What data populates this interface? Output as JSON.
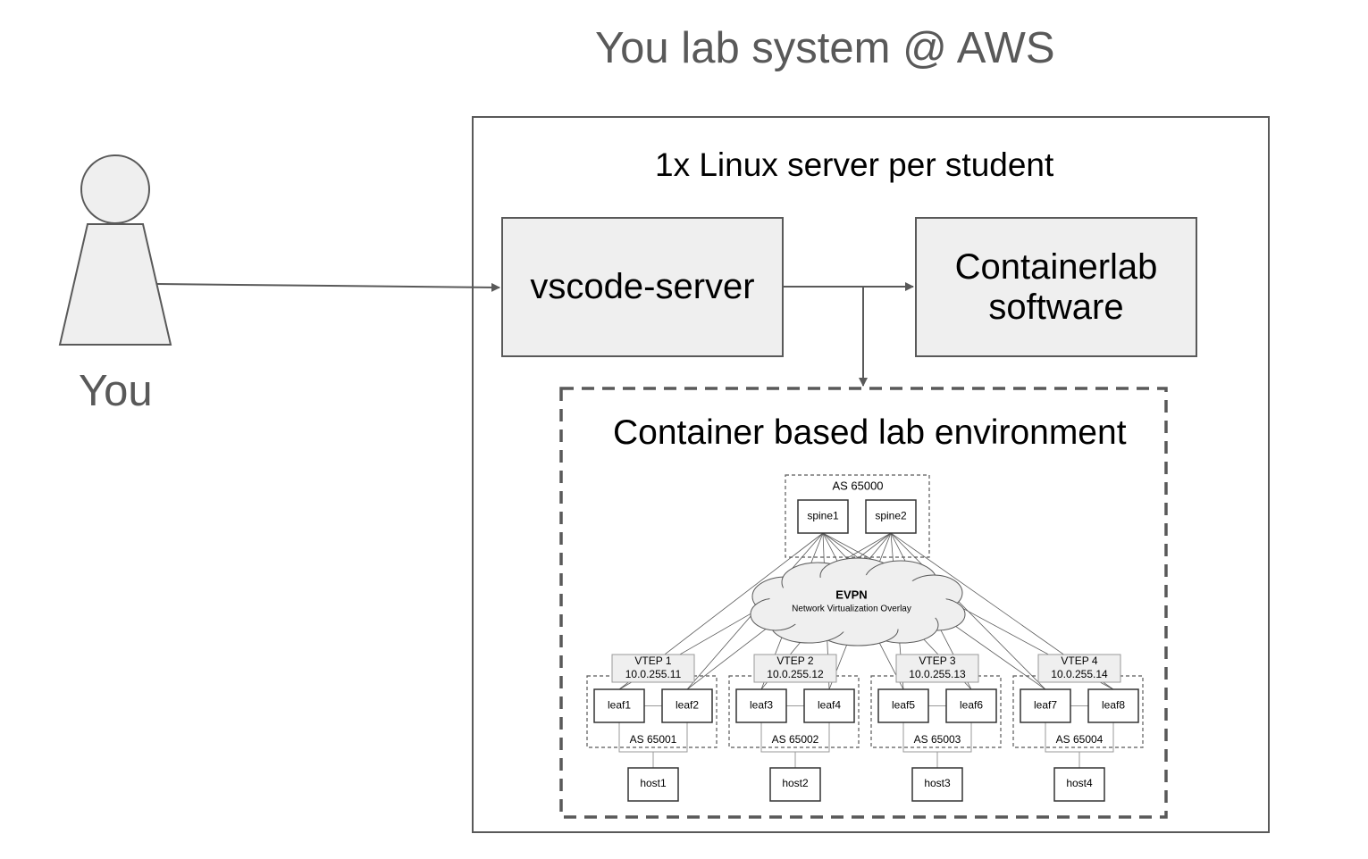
{
  "title": "You lab system @ AWS",
  "user": {
    "label": "You"
  },
  "server": {
    "title": "1x Linux server per student",
    "vscode_label": "vscode-server",
    "containerlab_label": "Containerlab\nsoftware"
  },
  "lab": {
    "title": "Container based lab environment",
    "spine_as": "AS 65000",
    "spines": [
      "spine1",
      "spine2"
    ],
    "evpn": {
      "title": "EVPN",
      "subtitle": "Network Virtualization Overlay"
    },
    "pods": [
      {
        "vtep": "VTEP 1",
        "ip": "10.0.255.11",
        "leaves": [
          "leaf1",
          "leaf2"
        ],
        "as": "AS 65001",
        "host": "host1"
      },
      {
        "vtep": "VTEP 2",
        "ip": "10.0.255.12",
        "leaves": [
          "leaf3",
          "leaf4"
        ],
        "as": "AS 65002",
        "host": "host2"
      },
      {
        "vtep": "VTEP 3",
        "ip": "10.0.255.13",
        "leaves": [
          "leaf5",
          "leaf6"
        ],
        "as": "AS 65003",
        "host": "host3"
      },
      {
        "vtep": "VTEP 4",
        "ip": "10.0.255.14",
        "leaves": [
          "leaf7",
          "leaf8"
        ],
        "as": "AS 65004",
        "host": "host4"
      }
    ]
  },
  "colors": {
    "line": "#595959",
    "fill": "#efefef",
    "title_text": "#595959"
  }
}
